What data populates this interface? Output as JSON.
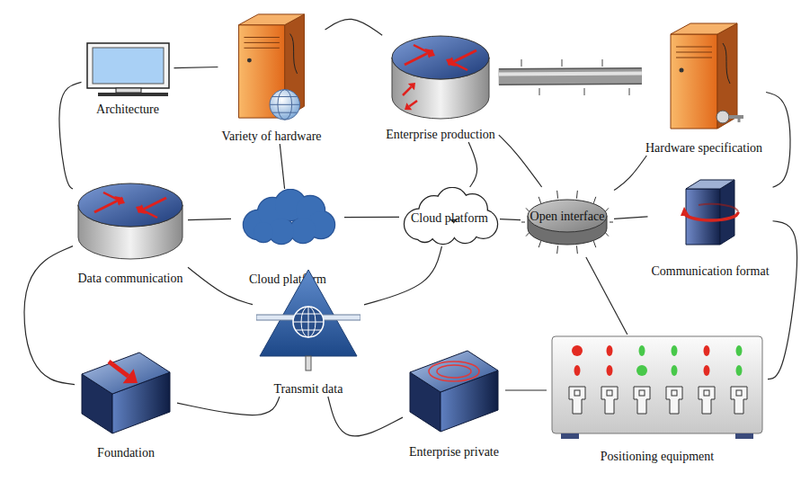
{
  "diagram": {
    "nodes": [
      {
        "text": [
          "Architecture"
        ]
      },
      {
        "text": [
          "Variety of hardware"
        ]
      },
      {
        "text": [
          "Enterprise production"
        ]
      },
      {
        "text": [
          "Hardware specification"
        ]
      },
      {
        "text": [
          "Data communication"
        ]
      },
      {
        "text": [
          "Cloud platform"
        ]
      },
      {
        "text": [
          "Cloud platform"
        ]
      },
      {
        "text": [
          "Open interface"
        ]
      },
      {
        "text": [
          "Communication format"
        ]
      },
      {
        "text": [
          "Transmit data"
        ]
      },
      {
        "text": [
          "Foundation"
        ]
      },
      {
        "text": [
          "Enterprise private"
        ]
      },
      {
        "text": [
          "Positioning equipment"
        ]
      }
    ],
    "edges": [
      {
        "from": 0,
        "to": 1,
        "arrow": "none"
      },
      {
        "from": 0,
        "to": 4,
        "arrow": "none"
      },
      {
        "from": 1,
        "to": 2,
        "arrow": "none"
      },
      {
        "from": 2,
        "to": 3,
        "arrow": "none"
      },
      {
        "from": 2,
        "to": 6,
        "arrow": "none"
      },
      {
        "from": 2,
        "to": 7,
        "arrow": "none"
      },
      {
        "from": 3,
        "to": 7,
        "arrow": "none"
      },
      {
        "from": 3,
        "to": 8,
        "arrow": "none"
      },
      {
        "from": 4,
        "to": 5,
        "arrow": "none"
      },
      {
        "from": 5,
        "to": 6,
        "arrow": "none"
      },
      {
        "from": 6,
        "to": 7,
        "arrow": "none"
      },
      {
        "from": 7,
        "to": 8,
        "arrow": "none"
      },
      {
        "from": 1,
        "to": 5,
        "arrow": "none"
      },
      {
        "from": 4,
        "to": 9,
        "arrow": "none"
      },
      {
        "from": 9,
        "to": 6,
        "arrow": "none"
      },
      {
        "from": 4,
        "to": 10,
        "arrow": "none"
      },
      {
        "from": 10,
        "to": 9,
        "arrow": "none"
      },
      {
        "from": 9,
        "to": 11,
        "arrow": "none"
      },
      {
        "from": 7,
        "to": 12,
        "arrow": "none"
      },
      {
        "from": 8,
        "to": 12,
        "arrow": "none"
      },
      {
        "from": 11,
        "to": 12,
        "arrow": "none"
      }
    ]
  }
}
